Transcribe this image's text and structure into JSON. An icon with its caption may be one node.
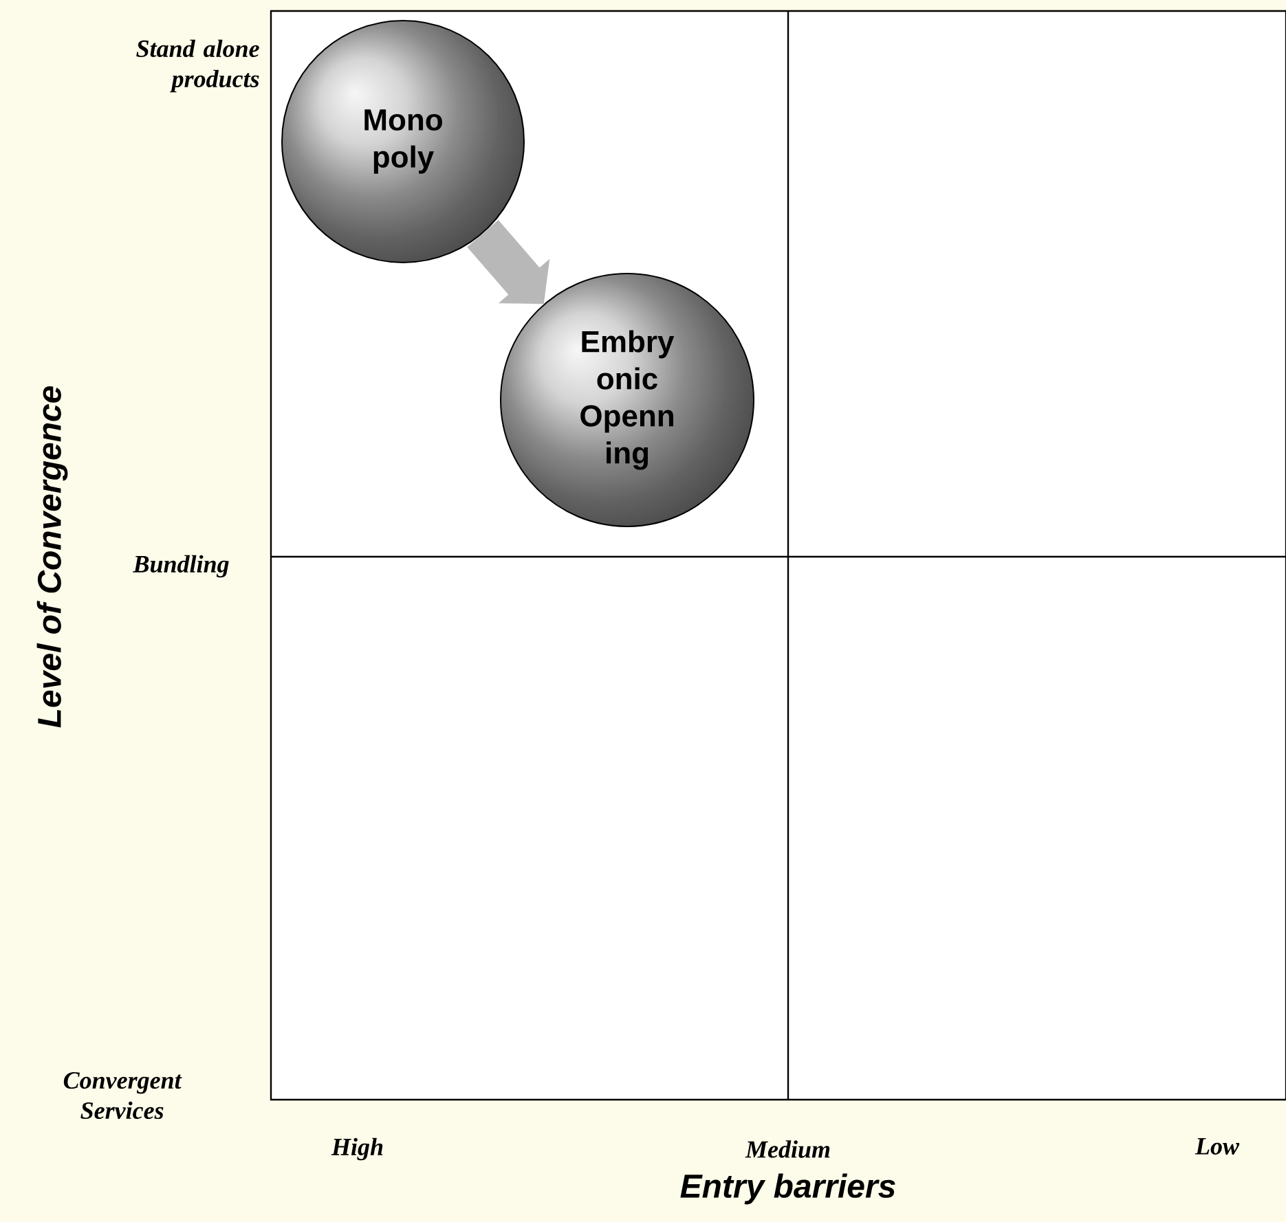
{
  "diagram": {
    "nodes": [
      {
        "text": [
          "Mono poly"
        ]
      },
      {
        "text": [
          "Embry onic Openn ing"
        ]
      }
    ],
    "edges": [
      {
        "from": 0,
        "to": 1,
        "arrow": "to"
      }
    ],
    "labels": [
      "Stand alone products",
      "Level of Convergence",
      "Bundling",
      "Convergent Services",
      "High",
      "Medium",
      "Low",
      "Entry barriers"
    ]
  }
}
